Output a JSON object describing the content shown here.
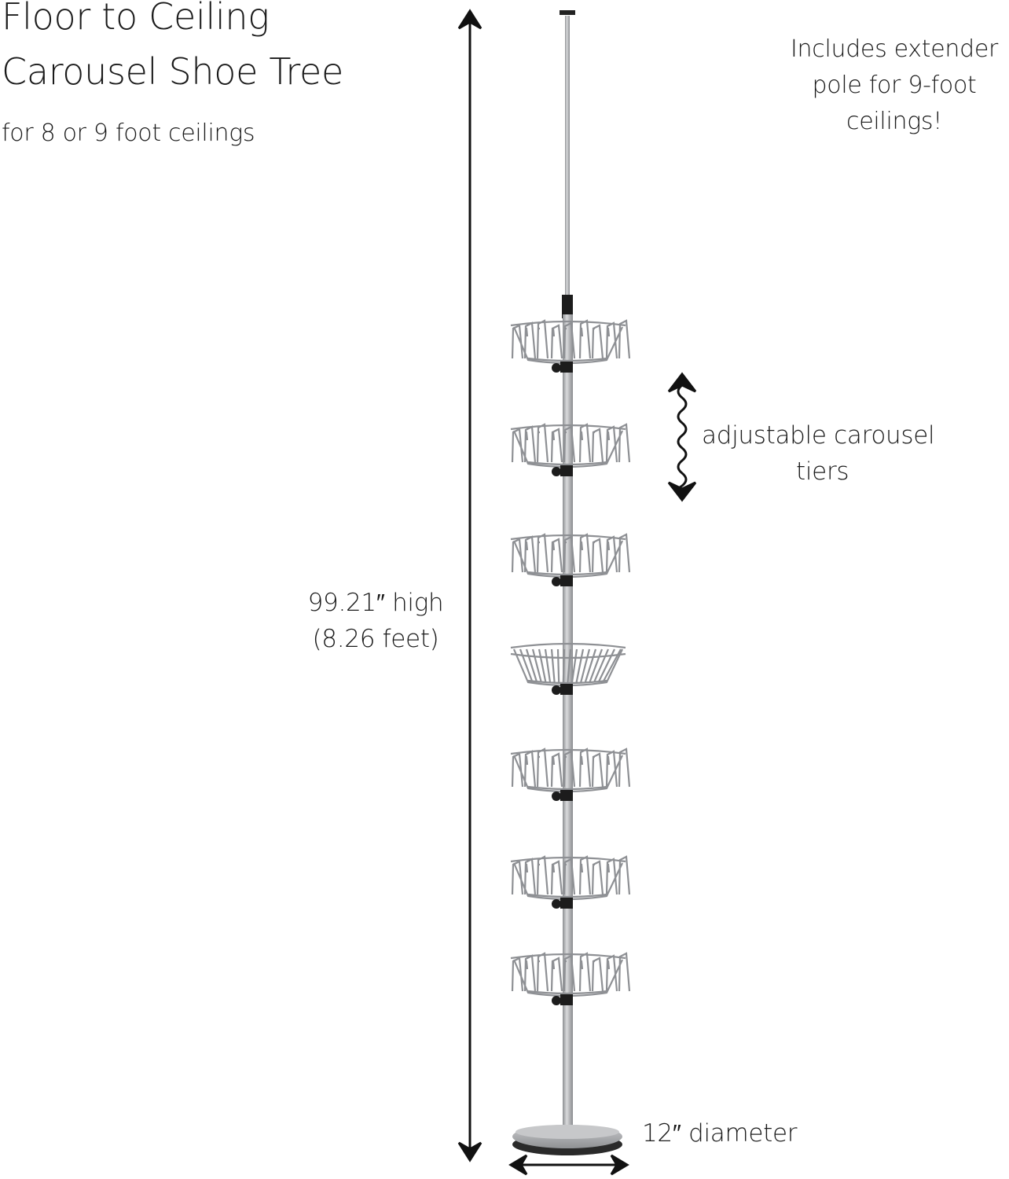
{
  "title": {
    "line1": "Floor to Ceiling",
    "line2": "Carousel Shoe Tree"
  },
  "subtitle": "for 8 or 9 foot ceilings",
  "extender_note": {
    "line1": "Includes extender",
    "line2": "pole for 9-foot",
    "line3": "ceilings!"
  },
  "height_label": {
    "line1": "99.21″ high",
    "line2": "(8.26 feet)"
  },
  "tiers_label": {
    "line1": "adjustable carousel",
    "line2": "tiers"
  },
  "diameter_label": "12″ diameter",
  "colors": {
    "metal": "#b5b7ba",
    "text": "#1a1a1a",
    "knob": "#1c1c1c"
  }
}
